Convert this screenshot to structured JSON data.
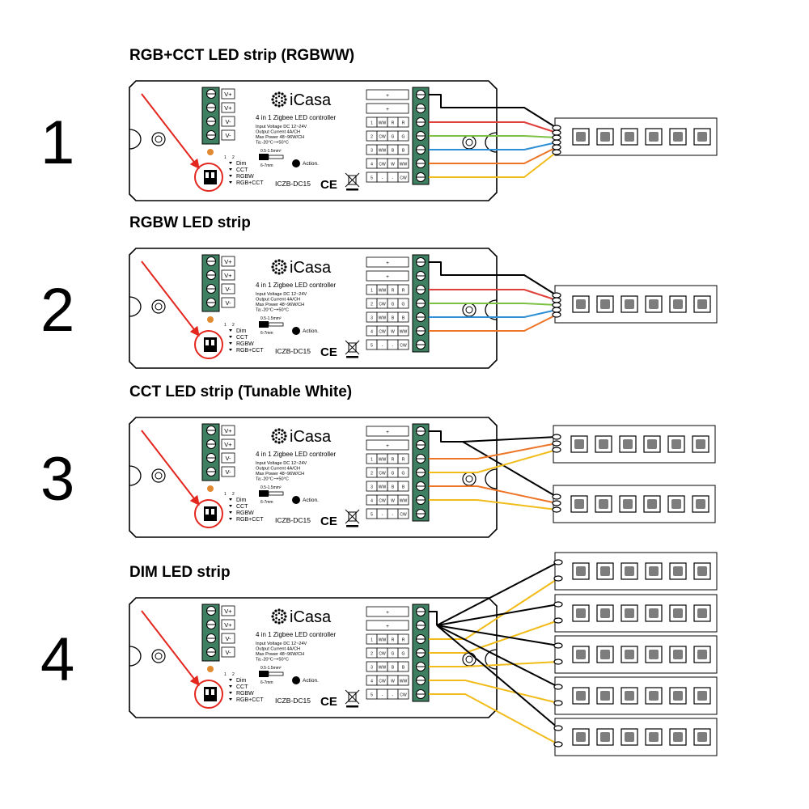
{
  "diagrams": [
    {
      "number": "1",
      "title": "RGB+CCT LED strip (RGBWW)",
      "wiring": "rgbww"
    },
    {
      "number": "2",
      "title": "RGBW LED strip",
      "wiring": "rgbw"
    },
    {
      "number": "3",
      "title": "CCT LED strip (Tunable White)",
      "wiring": "cct"
    },
    {
      "number": "4",
      "title": "DIM LED strip",
      "wiring": "dim"
    }
  ],
  "controller": {
    "brand": "iCasa",
    "subtitle": "4 in 1 Zigbee LED controller",
    "specs": [
      "Input Voltage DC 12~24V",
      "Output Current 4A/CH",
      "Max Power 48~96W/CH",
      "Ta:-20°C~+50°C"
    ],
    "model": "ICZB-DC15",
    "ce": "CE",
    "action_label": "Action.",
    "wire_top": "0.5-1.5mm²",
    "wire_bottom": "6-7mm",
    "switch_numbers": [
      "1",
      "2"
    ],
    "modes": [
      "Dim",
      "CCT",
      "RGBW",
      "RGB+CCT"
    ],
    "power_labels": [
      "V+",
      "V+",
      "V-",
      "V-"
    ],
    "outputs": [
      {
        "label": "+",
        "cells": []
      },
      {
        "label": "+",
        "cells": []
      },
      {
        "label": "",
        "cells": [
          "1",
          "WW",
          "R",
          "R"
        ]
      },
      {
        "label": "",
        "cells": [
          "2",
          "CW",
          "G",
          "G"
        ]
      },
      {
        "label": "",
        "cells": [
          "3",
          "WW",
          "B",
          "B"
        ]
      },
      {
        "label": "",
        "cells": [
          "4",
          "CW",
          "W",
          "WW"
        ]
      },
      {
        "label": "",
        "cells": [
          "5",
          "-",
          "-",
          "CW"
        ]
      }
    ]
  },
  "colors": {
    "black": "#000000",
    "red": "#e0403a",
    "green": "#7cc242",
    "blue": "#2d8fd6",
    "orange": "#ee7425",
    "yellow": "#f1bc1a",
    "terminal": "#3f7f61",
    "dot": "#e08a32",
    "arrow": "#e3261e"
  }
}
